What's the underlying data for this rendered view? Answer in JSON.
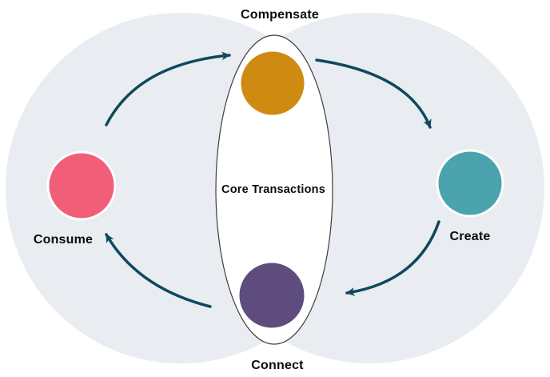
{
  "diagram": {
    "center_label": "Core Transactions",
    "background_color": "#E9ECF0",
    "arrow_color": "#0D495C",
    "ellipse_fill": "#FFFFFF",
    "ellipse_outline_color": "#3D3D3D",
    "label_color": "#0B0B0B",
    "nodes": [
      {
        "id": "compensate",
        "label": "Compensate",
        "color": "#CF8A12",
        "position": "top"
      },
      {
        "id": "create",
        "label": "Create",
        "color": "#4AA3AD",
        "position": "right"
      },
      {
        "id": "connect",
        "label": "Connect",
        "color": "#5F4C7E",
        "position": "bottom"
      },
      {
        "id": "consume",
        "label": "Consume",
        "color": "#F05F77",
        "position": "left"
      }
    ],
    "arrows": [
      {
        "from": "Consume",
        "to": "Compensate"
      },
      {
        "from": "Compensate",
        "to": "Create"
      },
      {
        "from": "Create",
        "to": "Connect"
      },
      {
        "from": "Connect",
        "to": "Consume"
      }
    ]
  }
}
